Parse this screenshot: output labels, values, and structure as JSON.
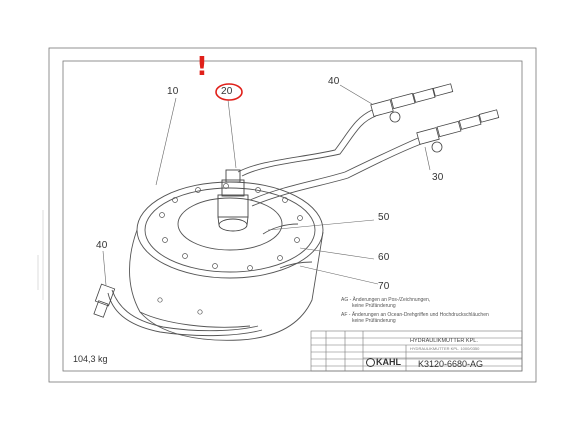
{
  "drawing": {
    "weight": "104,3 kg",
    "callouts": {
      "c10": "10",
      "c20": "20",
      "c30": "30",
      "c40_top": "40",
      "c40_left": "40",
      "c50": "50",
      "c60": "60",
      "c70": "70"
    },
    "notes": {
      "ag_line1": "AG - Änderungen an Pos-/Zeichnungen,",
      "ag_line2": "keine Prüfänderung",
      "af_line1": "AF - Änderungen an Ocean-Drehgriffen und Hochdruckschläuchen",
      "af_line2": "keine Prüfänderung"
    },
    "title_block": {
      "title": "HYDRAULIKMUTTER KPL.",
      "subtitle": "HYDRAULIKMUTTER KPL. 1000/0350",
      "brand": "KAHL",
      "drawing_number": "K3120-6680-AG"
    },
    "annotation": {
      "exclamation": "!",
      "highlighted_callout": "20",
      "color": "#e0201a"
    }
  }
}
